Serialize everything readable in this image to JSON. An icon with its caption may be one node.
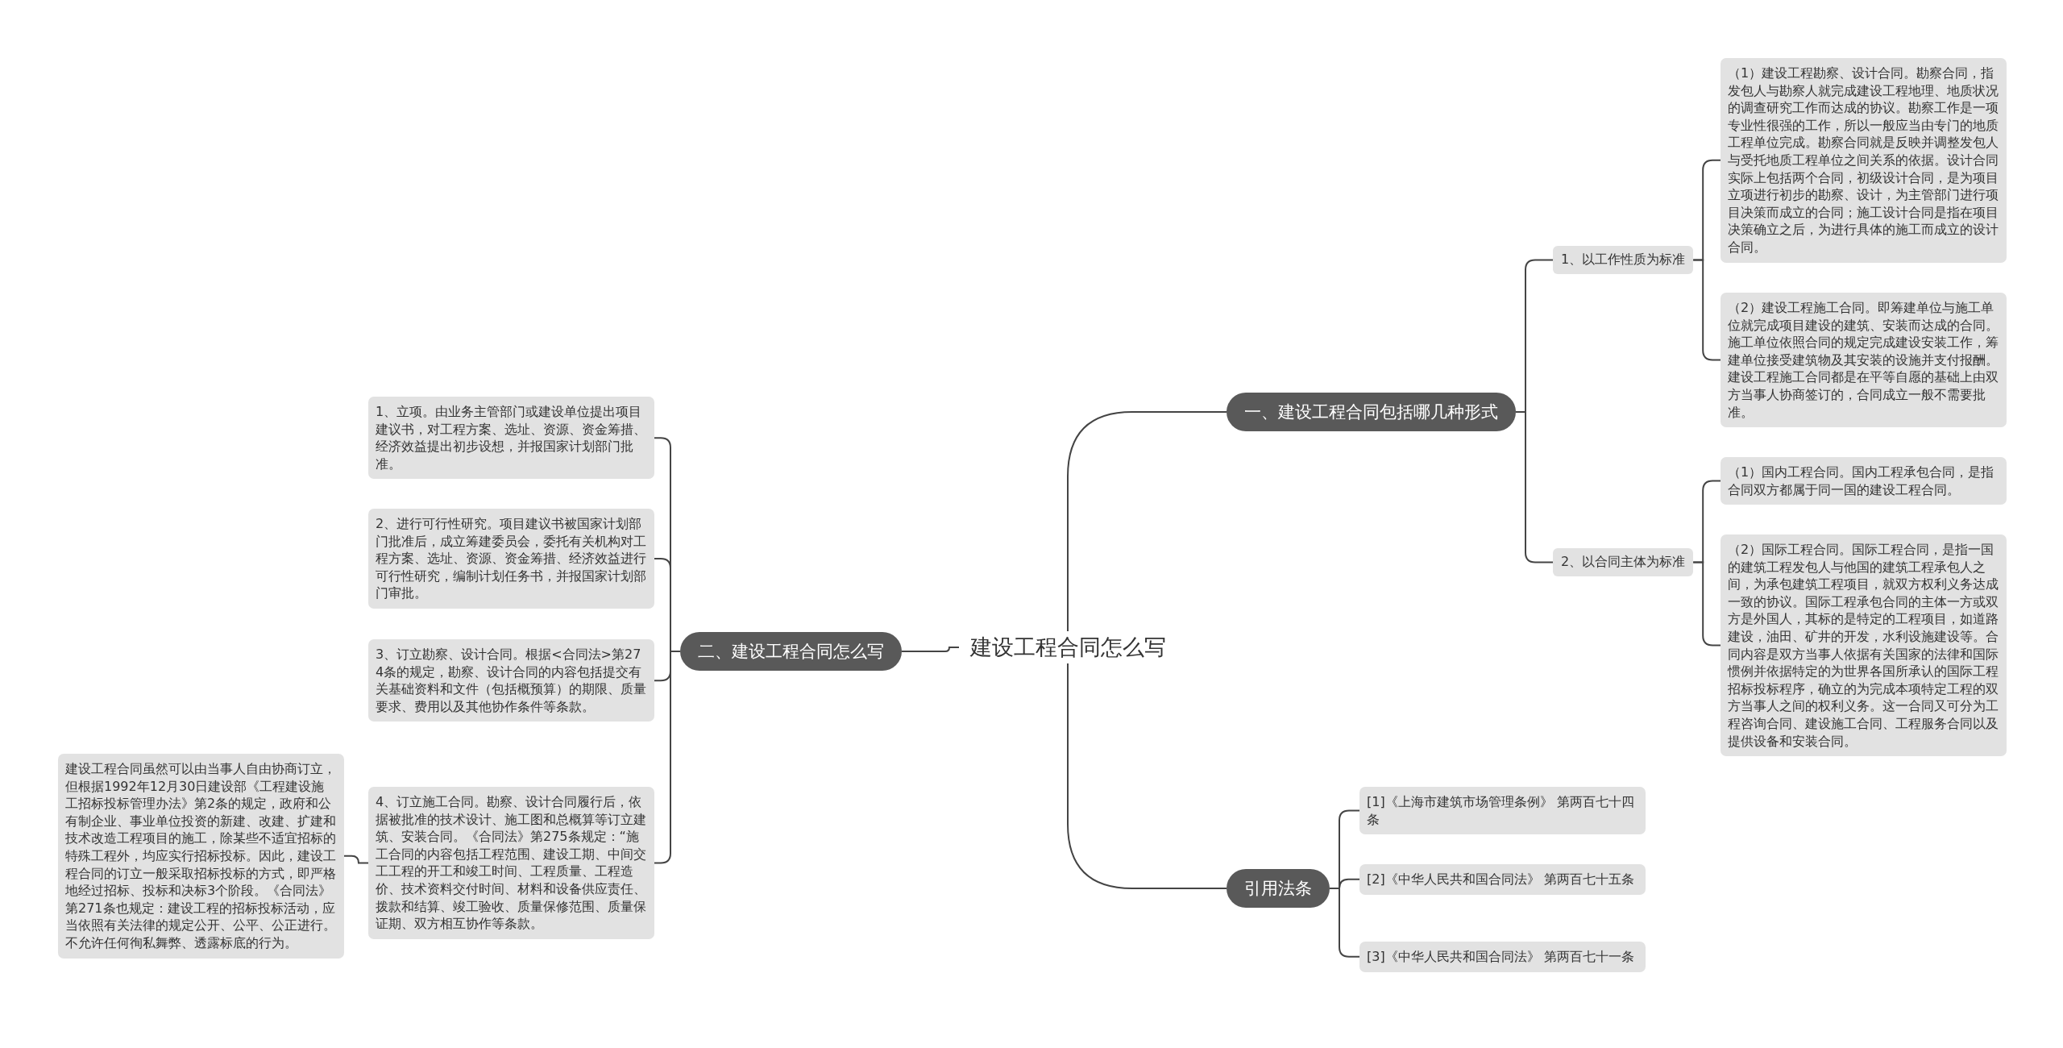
{
  "diagram": {
    "nodes": [
      {
        "text": [
          "建设工程合同怎么写"
        ]
      },
      {
        "text": [
          "一、建设工程合同包括哪几种形式"
        ]
      },
      {
        "text": [
          "1、以工作性质为标准"
        ]
      },
      {
        "text": [
          "（1）建设工程勘察、设计合同。勘察合同，指发包人与勘察人就完成建设工程地理、地质状况的调查研究工作而达成的协议。勘察工作是一项专业性很强的工作，所以一般应当由专门的地质工程单位完成。勘察合同就是反映并调整发包人与受托地质工程单位之间关系的依据。设计合同实际上包括两个合同，初级设计合同，是为项目立项进行初步的勘察、设计，为主管部门进行项目决策而成立的合同；施工设计合同是指在项目决策确立之后，为进行具体的施工而成立的设计合同。"
        ]
      },
      {
        "text": [
          "（2）建设工程施工合同。即筹建单位与施工单位就完成项目建设的建筑、安装而达成的合同。施工单位依照合同的规定完成建设安装工作，筹建单位接受建筑物及其安装的设施并支付报酬。建设工程施工合同都是在平等自愿的基础上由双方当事人协商签订的，合同成立一般不需要批准。"
        ]
      },
      {
        "text": [
          "2、以合同主体为标准"
        ]
      },
      {
        "text": [
          "（1）国内工程合同。国内工程承包合同，是指合同双方都属于同一国的建设工程合同。"
        ]
      },
      {
        "text": [
          "（2）国际工程合同。国际工程合同，是指一国的建筑工程发包人与他国的建筑工程承包人之间，为承包建筑工程项目，就双方权利义务达成一致的协议。国际工程承包合同的主体一方或双方是外国人，其标的是特定的工程项目，如道路建设，油田、矿井的开发，水利设施建设等。合同内容是双方当事人依据有关国家的法律和国际惯例并依据特定的为世界各国所承认的国际工程招标投标程序，确立的为完成本项特定工程的双方当事人之间的权利义务。这一合同又可分为工程咨询合同、建设施工合同、工程服务合同以及提供设备和安装合同。"
        ]
      },
      {
        "text": [
          "二、建设工程合同怎么写"
        ]
      },
      {
        "text": [
          "1、立项。由业务主管部门或建设单位提出项目建议书，对工程方案、选址、资源、资金筹措、经济效益提出初步设想，并报国家计划部门批准。"
        ]
      },
      {
        "text": [
          "2、进行可行性研究。项目建议书被国家计划部门批准后，成立筹建委员会，委托有关机构对工程方案、选址、资源、资金筹措、经济效益进行可行性研究，编制计划任务书，并报国家计划部门审批。"
        ]
      },
      {
        "text": [
          "3、订立勘察、设计合同。根据<合同法>第274条的规定，勘察、设计合同的内容包括提交有关基础资料和文件（包括概预算）的期限、质量要求、费用以及其他协作条件等条款。"
        ]
      },
      {
        "text": [
          "4、订立施工合同。勘察、设计合同履行后，依据被批准的技术设计、施工图和总概算等订立建筑、安装合同。《合同法》第275条规定：“施工合同的内容包括工程范围、建设工期、中间交工工程的开工和竣工时间、工程质量、工程造价、技术资料交付时间、材料和设备供应责任、拨款和结算、竣工验收、质量保修范围、质量保证期、双方相互协作等条款。"
        ]
      },
      {
        "text": [
          "建设工程合同虽然可以由当事人自由协商订立，但根据1992年12月30日建设部《工程建设施工招标投标管理办法》第2条的规定，政府和公有制企业、事业单位投资的新建、改建、扩建和技术改造工程项目的施工，除某些不适宜招标的特殊工程外，均应实行招标投标。因此，建设工程合同的订立一般采取招标投标的方式，即严格地经过招标、投标和决标3个阶段。《合同法》第271条也规定：建设工程的招标投标活动，应当依照有关法律的规定公开、公平、公正进行。不允许任何徇私舞弊、透露标底的行为。"
        ]
      },
      {
        "text": [
          "引用法条"
        ]
      },
      {
        "text": [
          "[1]《上海市建筑市场管理条例》 第两百七十四条"
        ]
      },
      {
        "text": [
          "[2]《中华人民共和国合同法》 第两百七十五条"
        ]
      },
      {
        "text": [
          "[3]《中华人民共和国合同法》 第两百七十一条"
        ]
      }
    ],
    "edges": [
      {
        "from": 0,
        "to": 1,
        "arrow": "none"
      },
      {
        "from": 1,
        "to": 2,
        "arrow": "none"
      },
      {
        "from": 2,
        "to": 3,
        "arrow": "none"
      },
      {
        "from": 2,
        "to": 4,
        "arrow": "none"
      },
      {
        "from": 1,
        "to": 5,
        "arrow": "none"
      },
      {
        "from": 5,
        "to": 6,
        "arrow": "none"
      },
      {
        "from": 5,
        "to": 7,
        "arrow": "none"
      },
      {
        "from": 0,
        "to": 8,
        "arrow": "none"
      },
      {
        "from": 8,
        "to": 9,
        "arrow": "none"
      },
      {
        "from": 8,
        "to": 10,
        "arrow": "none"
      },
      {
        "from": 8,
        "to": 11,
        "arrow": "none"
      },
      {
        "from": 8,
        "to": 12,
        "arrow": "none"
      },
      {
        "from": 12,
        "to": 13,
        "arrow": "none"
      },
      {
        "from": 0,
        "to": 14,
        "arrow": "none"
      },
      {
        "from": 14,
        "to": 15,
        "arrow": "none"
      },
      {
        "from": 14,
        "to": 16,
        "arrow": "none"
      },
      {
        "from": 14,
        "to": 17,
        "arrow": "none"
      }
    ]
  }
}
